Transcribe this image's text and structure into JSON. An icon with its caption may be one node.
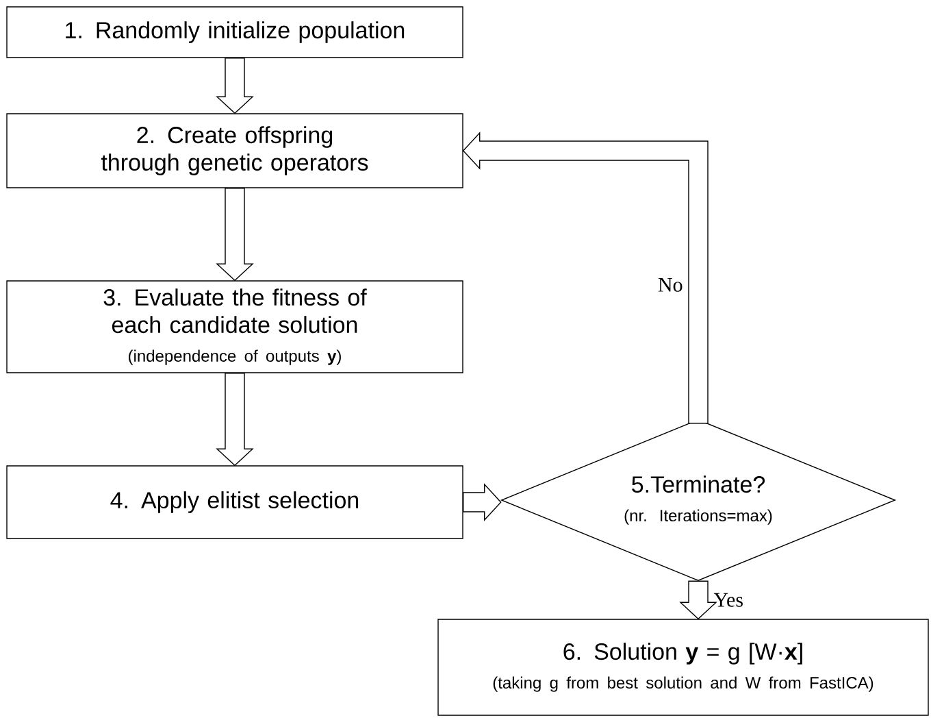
{
  "diagram": {
    "nodes": [
      {
        "text": [
          "1. Randomly initialize population"
        ]
      },
      {
        "text": [
          "2. Create offspring through genetic operators"
        ]
      },
      {
        "text": [
          "3. Evaluate the fitness of each candidate solution",
          "(independence of outputs **y**)"
        ]
      },
      {
        "text": [
          "4. Apply elitist selection"
        ]
      },
      {
        "text": [
          "5.Terminate?",
          "(nr. Iterations=max)"
        ]
      },
      {
        "text": [
          "6. Solution **y** = g [W·**x**]",
          "(taking g from best solution and W from FastICA)"
        ]
      }
    ],
    "edges": [
      {
        "from": 0,
        "to": 1,
        "arrow": "to"
      },
      {
        "from": 1,
        "to": 2,
        "arrow": "to"
      },
      {
        "from": 2,
        "to": 3,
        "arrow": "to"
      },
      {
        "from": 3,
        "to": 4,
        "arrow": "to"
      },
      {
        "from": 4,
        "to": 1,
        "arrow": "to",
        "label": "No"
      },
      {
        "from": 4,
        "to": 5,
        "arrow": "to",
        "label": "Yes"
      }
    ]
  }
}
